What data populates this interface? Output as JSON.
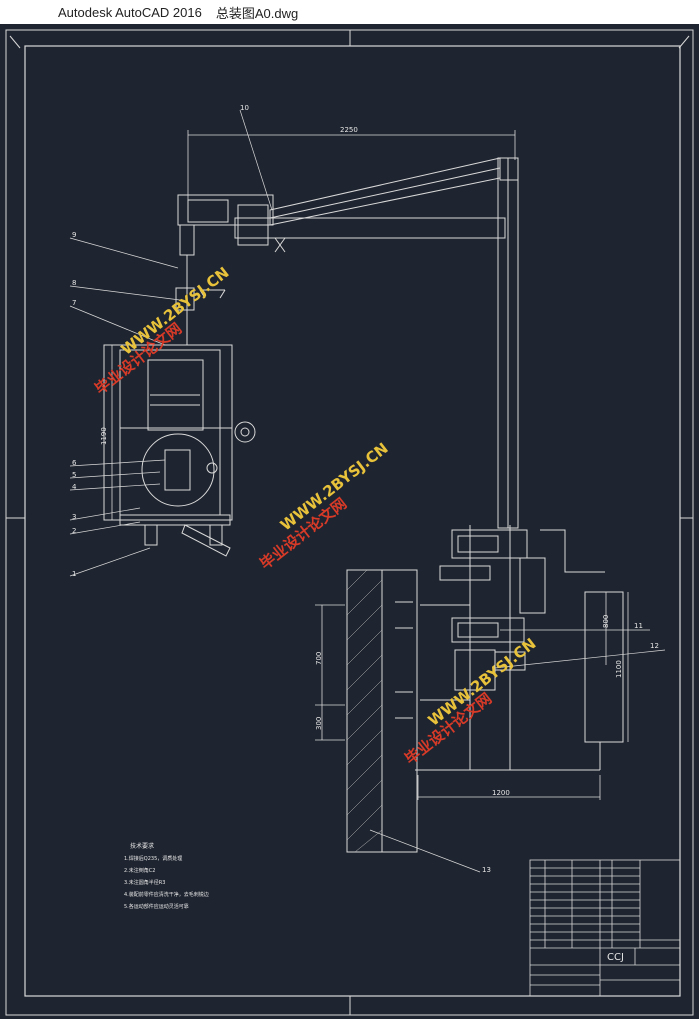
{
  "window": {
    "app_title": "Autodesk AutoCAD 2016",
    "file_name": "总装图A0.dwg"
  },
  "colors": {
    "background": "#1f2530",
    "line": "#d9d9d9",
    "watermark_red": "#d83a28",
    "watermark_yellow": "#e8c23a"
  },
  "dimensions": {
    "top_span": "2250",
    "left_height": "1190",
    "right_800": "800",
    "right_1100": "1100",
    "wall_700": "700",
    "wall_300": "300",
    "bottom_span": "1200"
  },
  "callouts": [
    "1",
    "2",
    "3",
    "4",
    "5",
    "6",
    "7",
    "8",
    "9",
    "10",
    "11",
    "12",
    "13"
  ],
  "watermarks": {
    "brand_cn": "毕业设计论文网",
    "url": "WWW.2BYSJ.CN"
  },
  "notes": {
    "heading": "技术要求",
    "lines": [
      "1.焊接后Q235，调质处理",
      "2.未注倒角C2",
      "3.未注圆角半径R3",
      "4.装配前零件应清洗干净，去毛刺锐边",
      "5.各运动部件应运动灵活可靠"
    ]
  },
  "title_block": {
    "code": "CCJ"
  }
}
